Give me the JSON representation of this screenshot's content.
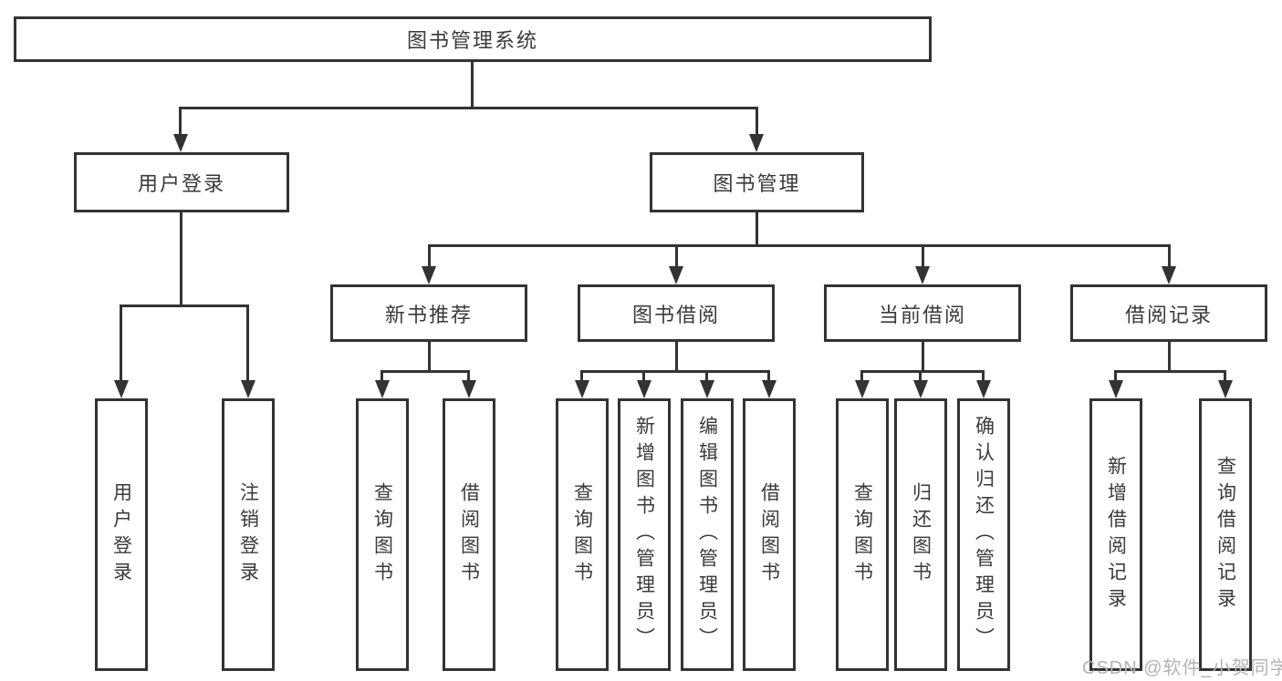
{
  "tree": {
    "label": "图书管理系统",
    "children": [
      {
        "label": "用户登录",
        "children": [
          {
            "label": "用户登录"
          },
          {
            "label": "注销登录"
          }
        ]
      },
      {
        "label": "图书管理",
        "children": [
          {
            "label": "新书推荐",
            "children": [
              {
                "label": "查询图书"
              },
              {
                "label": "借阅图书"
              }
            ]
          },
          {
            "label": "图书借阅",
            "children": [
              {
                "label": "查询图书"
              },
              {
                "label": "新增图书（管理员）"
              },
              {
                "label": "编辑图书（管理员）"
              },
              {
                "label": "借阅图书"
              }
            ]
          },
          {
            "label": "当前借阅",
            "children": [
              {
                "label": "查询图书"
              },
              {
                "label": "归还图书"
              },
              {
                "label": "确认归还（管理员）"
              }
            ]
          },
          {
            "label": "借阅记录",
            "children": [
              {
                "label": "新增借阅记录"
              },
              {
                "label": "查询借阅记录"
              }
            ]
          }
        ]
      }
    ]
  },
  "watermark": {
    "text": "CSDN @软件_小贺同学"
  },
  "colors": {
    "line": "#333333",
    "text": "#3a3a3a",
    "box_background": "#ffffff",
    "watermark": "#b3b3b3",
    "page_background": "#ffffff"
  }
}
